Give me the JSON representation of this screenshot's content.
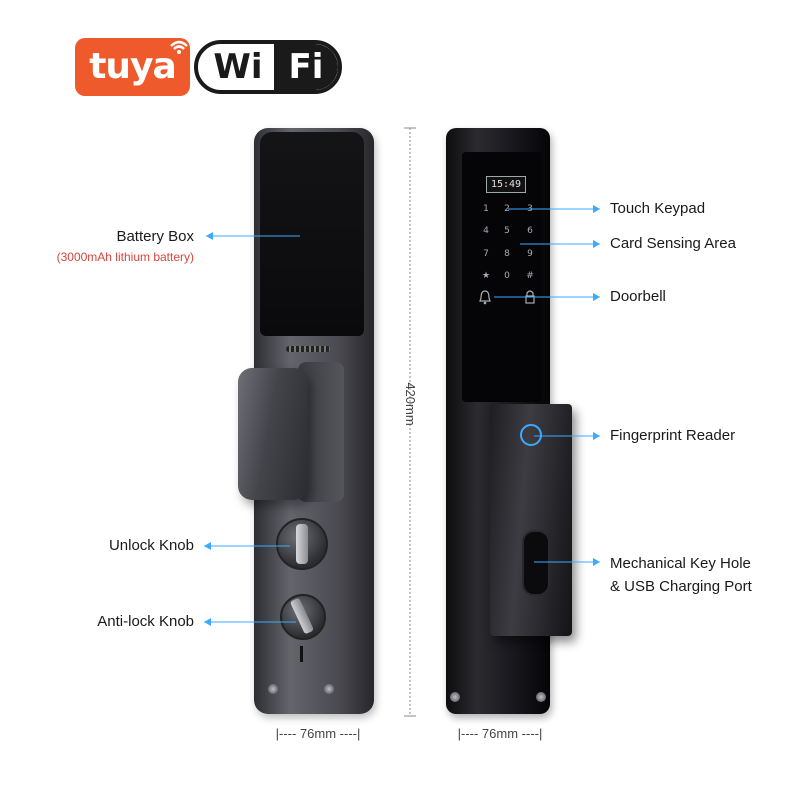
{
  "brand": {
    "tuya_text": "tuya",
    "wifi_wi": "Wi",
    "wifi_fi": "Fi",
    "tuya_color": "#ef5a2c"
  },
  "screen": {
    "clock": "15:49"
  },
  "keypad": {
    "row1": [
      "1",
      "2",
      "3"
    ],
    "row2": [
      "4",
      "5",
      "6"
    ],
    "row3": [
      "7",
      "8",
      "9"
    ],
    "row4": [
      "★",
      "0",
      "#"
    ],
    "doorbell_icon": "bell-icon",
    "lock_icon": "lock-icon"
  },
  "labels": {
    "battery_box": "Battery Box",
    "battery_note": "(3000mAh lithium battery)",
    "unlock_knob": "Unlock Knob",
    "anti_lock_knob": "Anti-lock Knob",
    "touch_keypad": "Touch Keypad",
    "card_sensing": "Card Sensing Area",
    "doorbell": "Doorbell",
    "fingerprint": "Fingerprint Reader",
    "key_hole_line1": "Mechanical Key Hole",
    "key_hole_line2": "& USB Charging Port"
  },
  "dimensions": {
    "height": "420mm",
    "width_left": "|---- 76mm ----|",
    "width_right": "|---- 76mm ----|"
  },
  "colors": {
    "pointer": "#3da9ff",
    "note_red": "#d8453a"
  }
}
